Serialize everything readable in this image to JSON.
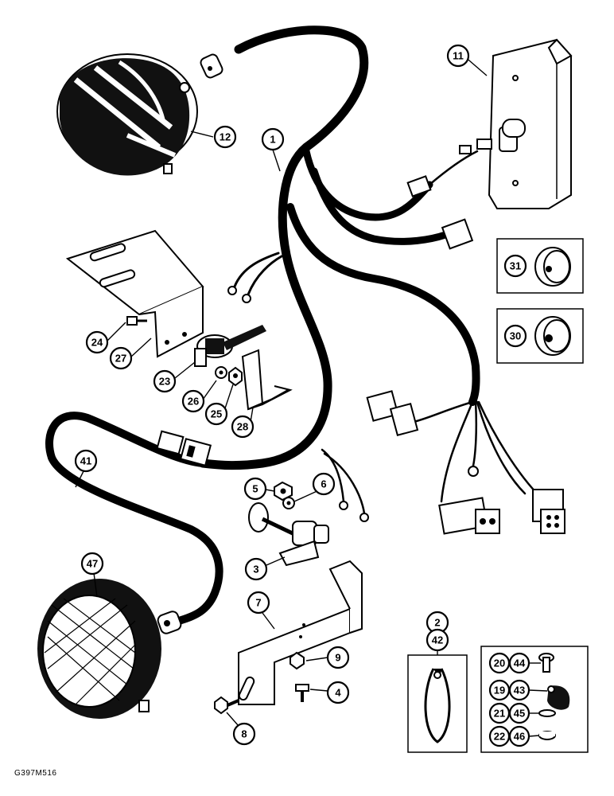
{
  "drawing_code": "G397M516",
  "callouts": {
    "c1": "1",
    "c2": "2",
    "c3": "3",
    "c4": "4",
    "c5": "5",
    "c6": "6",
    "c7": "7",
    "c8": "8",
    "c9": "9",
    "c11": "11",
    "c12": "12",
    "c19": "19",
    "c20": "20",
    "c21": "21",
    "c22": "22",
    "c23": "23",
    "c24": "24",
    "c25": "25",
    "c26": "26",
    "c27": "27",
    "c28": "28",
    "c30": "30",
    "c31": "31",
    "c41": "41",
    "c42": "42",
    "c43": "43",
    "c44": "44",
    "c45": "45",
    "c46": "46",
    "c47": "47"
  }
}
